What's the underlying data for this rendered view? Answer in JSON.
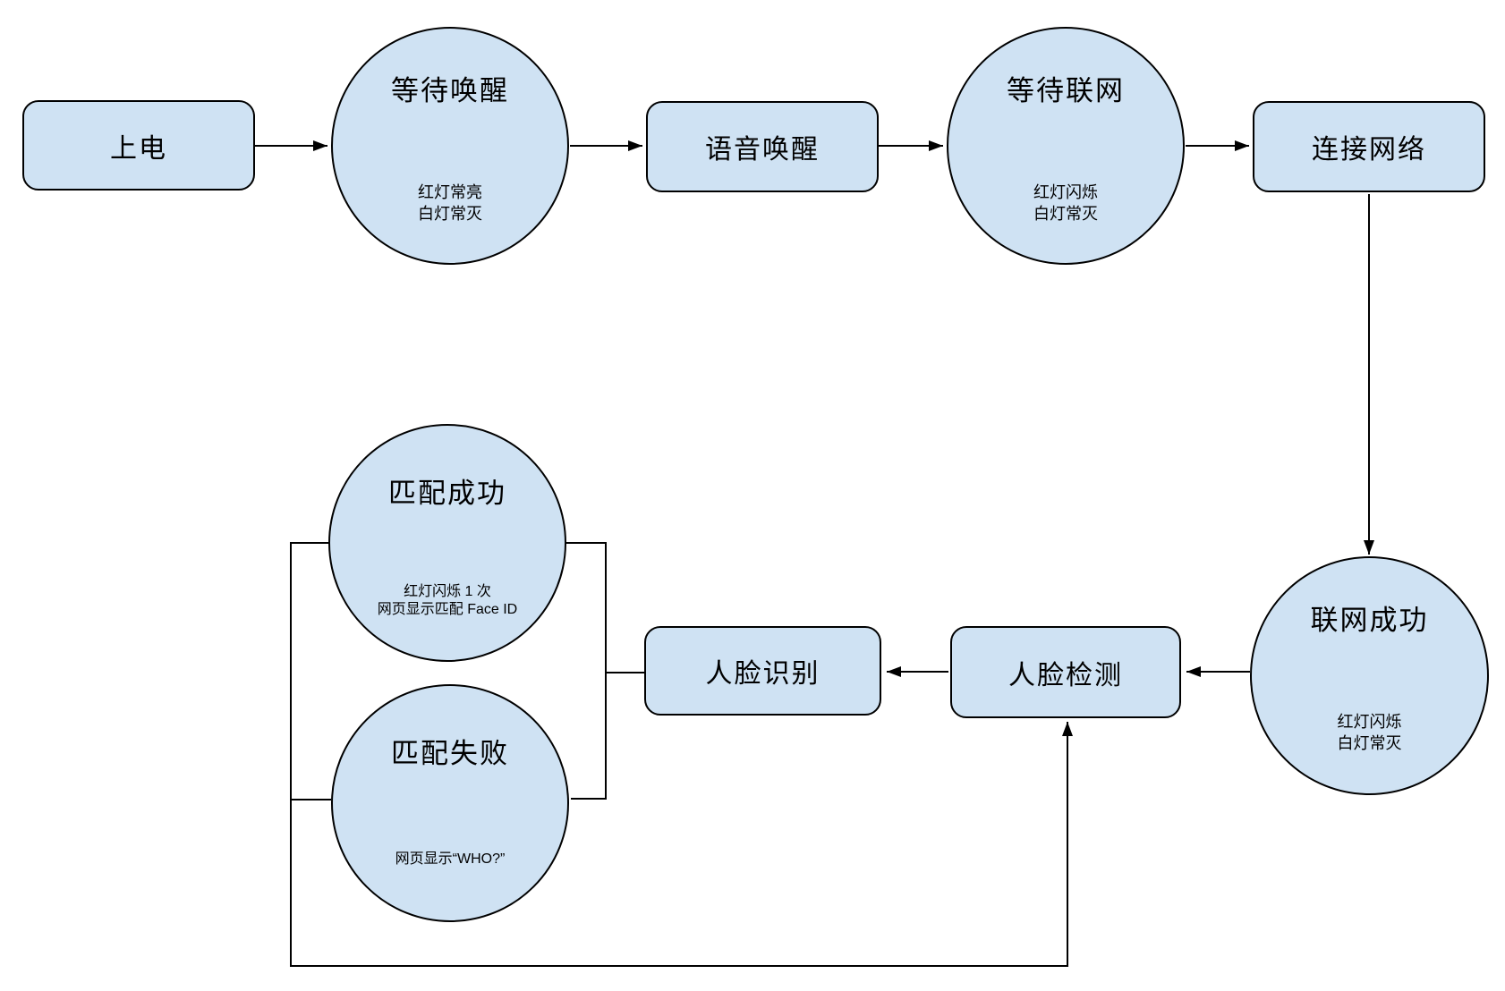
{
  "diagram": {
    "type": "flowchart",
    "colors": {
      "background": "#ffffff",
      "node_fill": "#cfe2f3",
      "node_border": "#000000",
      "line": "#000000"
    },
    "nodes": {
      "power": {
        "shape": "rect",
        "label": "上电"
      },
      "wait_wake": {
        "shape": "circle",
        "label": "等待唤醒",
        "sub1": "红灯常亮",
        "sub2": "白灯常灭"
      },
      "voice_wake": {
        "shape": "rect",
        "label": "语音唤醒"
      },
      "wait_network": {
        "shape": "circle",
        "label": "等待联网",
        "sub1": "红灯闪烁",
        "sub2": "白灯常灭"
      },
      "connect_network": {
        "shape": "rect",
        "label": "连接网络"
      },
      "network_success": {
        "shape": "circle",
        "label": "联网成功",
        "sub1": "红灯闪烁",
        "sub2": "白灯常灭"
      },
      "face_detect": {
        "shape": "rect",
        "label": "人脸检测"
      },
      "face_recognize": {
        "shape": "rect",
        "label": "人脸识别"
      },
      "match_success": {
        "shape": "circle",
        "label": "匹配成功",
        "sub1": "红灯闪烁 1 次",
        "sub2": "网页显示匹配 Face ID"
      },
      "match_fail": {
        "shape": "circle",
        "label": "匹配失败",
        "sub1": "网页显示“WHO?”"
      }
    },
    "edges": [
      {
        "from": "上电",
        "to": "等待唤醒",
        "arrow": true
      },
      {
        "from": "等待唤醒",
        "to": "语音唤醒",
        "arrow": true
      },
      {
        "from": "语音唤醒",
        "to": "等待联网",
        "arrow": true
      },
      {
        "from": "等待联网",
        "to": "连接网络",
        "arrow": true
      },
      {
        "from": "连接网络",
        "to": "联网成功",
        "arrow": true
      },
      {
        "from": "联网成功",
        "to": "人脸检测",
        "arrow": true
      },
      {
        "from": "人脸检测",
        "to": "人脸识别",
        "arrow": true
      },
      {
        "from": "人脸识别",
        "to": "匹配成功",
        "arrow": false
      },
      {
        "from": "人脸识别",
        "to": "匹配失败",
        "arrow": false
      },
      {
        "from": "匹配成功",
        "to": "人脸检测",
        "arrow": true
      },
      {
        "from": "匹配失败",
        "to": "人脸检测",
        "arrow": true
      }
    ]
  }
}
